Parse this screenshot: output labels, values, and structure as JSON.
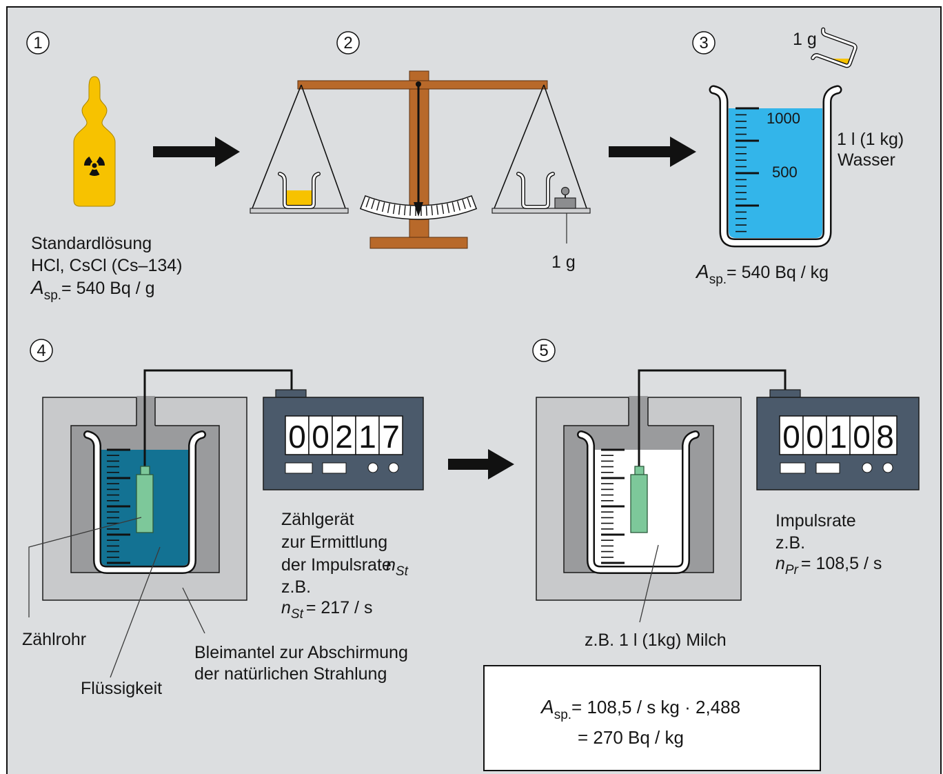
{
  "colors": {
    "panel": "#dcdee0",
    "ampule": "#f7c200",
    "balance": "#b8692a",
    "water": "#33b5ea",
    "calibration_liquid": "#137293",
    "milk": "#ffffff",
    "shield_light": "#c8c9cb",
    "shield_dark": "#9a9b9d",
    "counter_body": "#4b5a6b",
    "detector_tube": "#7dc89a",
    "sample_yellow": "#f7c200"
  },
  "step_numbers": [
    "1",
    "2",
    "3",
    "4",
    "5"
  ],
  "step1": {
    "icon": "radiation-icon",
    "name": "Standardlösung",
    "contents": "HCl, CsCl (Cs–134)",
    "activity": {
      "symbol": "A",
      "subscript": "sp.",
      "value": "= 540 Bq / g"
    }
  },
  "step2": {
    "weight_label": "1 g"
  },
  "step3": {
    "pour_label": "1 g",
    "scale_labels": [
      "1000",
      "500"
    ],
    "volume": "1 l (1 kg)",
    "medium": "Wasser",
    "activity": {
      "symbol": "A",
      "subscript": "sp.",
      "value": "= 540 Bq / kg"
    }
  },
  "step4": {
    "counter_digits": [
      "0",
      "0",
      "2",
      "1",
      "7"
    ],
    "device_lines": [
      "Zählgerät",
      "zur Ermittlung",
      "der Impulsrate"
    ],
    "device_rate_symbol": {
      "symbol": "n",
      "subscript": "St"
    },
    "example": "z.B.",
    "rate": {
      "symbol": "n",
      "subscript": "St",
      "value": "= 217 / s"
    },
    "labels": {
      "detector": "Zählrohr",
      "liquid": "Flüssigkeit",
      "shield": [
        "Bleimantel zur Abschirmung",
        "der natürlichen Strahlung"
      ]
    }
  },
  "step5": {
    "counter_digits": [
      "0",
      "0",
      "1",
      "0",
      "8"
    ],
    "title": "Impulsrate",
    "example": "z.B.",
    "rate": {
      "symbol": "n",
      "subscript": "Pr",
      "value": "= 108,5 / s"
    },
    "sample": "z.B. 1 l (1kg) Milch"
  },
  "result": {
    "symbol": "A",
    "subscript": "sp.",
    "line1": "= 108,5 / s kg · 2,488",
    "line2": "= 270 Bq / kg"
  }
}
